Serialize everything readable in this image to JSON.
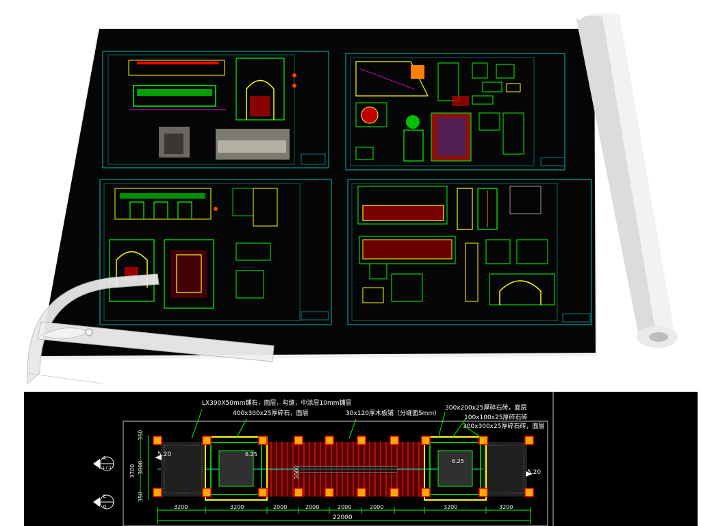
{
  "callouts": [
    "LX390X50mm铺石，面层，勾缝，中涂层10mm铺层",
    "400x300x25厚碎石，面层",
    "30x120厚木板铺（分缝面5mm）",
    "300x200x25厚碎石砖，面层",
    "100x100x25厚碎石砖",
    "300x300x25厚碎石砖，面层"
  ],
  "section_markers": [
    {
      "top": "A",
      "bottom": "1.17.1"
    },
    {
      "top": "C",
      "bottom": "D"
    }
  ],
  "left_dims": [
    "350",
    "3000",
    "350"
  ],
  "left_overall": "3700",
  "center_dim": "3000",
  "inner_dims": [
    "6.25",
    "6.25"
  ],
  "level_tags": [
    "5.20",
    "5.20"
  ],
  "bottom_dims": [
    "3200",
    "3200",
    "2000",
    "2000",
    "2000",
    "2000",
    "3200",
    "3200"
  ],
  "overall_dim": "22000",
  "colors": {
    "background": "#000000",
    "cad_green": "#00ff00",
    "cad_yellow": "#ffff00",
    "cad_red": "#ff0000",
    "cad_cyan": "#00c8c8",
    "cad_magenta": "#ff00ff"
  }
}
